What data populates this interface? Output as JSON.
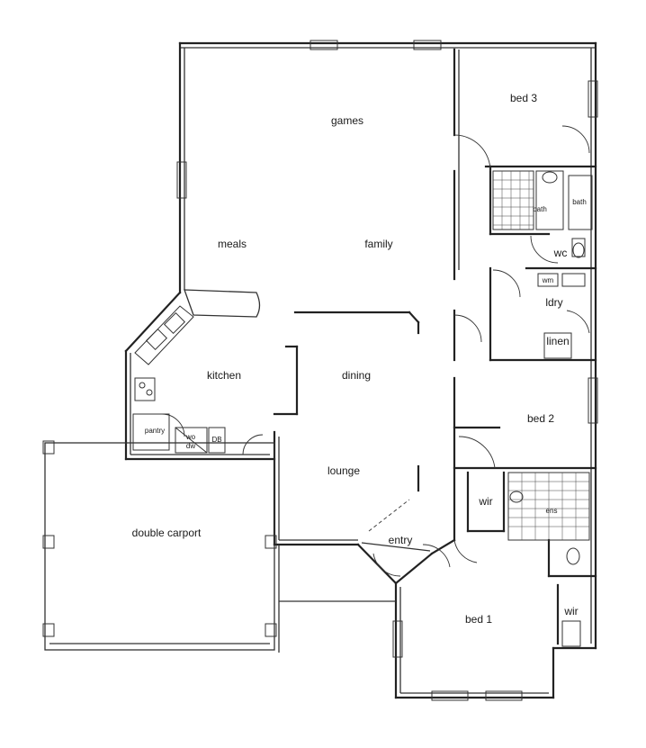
{
  "rooms": {
    "games": "games",
    "meals": "meals",
    "family": "family",
    "bed3": "bed 3",
    "bath": "bath",
    "bath_tub": "bath",
    "wc": "wc",
    "wm": "wm",
    "ldry": "ldry",
    "linen": "linen",
    "kitchen": "kitchen",
    "dining": "dining",
    "pantry": "pantry",
    "wo": "wo",
    "dw": "dw",
    "db": "DB",
    "bed2": "bed 2",
    "lounge": "lounge",
    "wir": "wir",
    "ens": "ens",
    "double_carport": "double carport",
    "entry": "entry",
    "bed1": "bed 1",
    "wir2": "wir"
  }
}
